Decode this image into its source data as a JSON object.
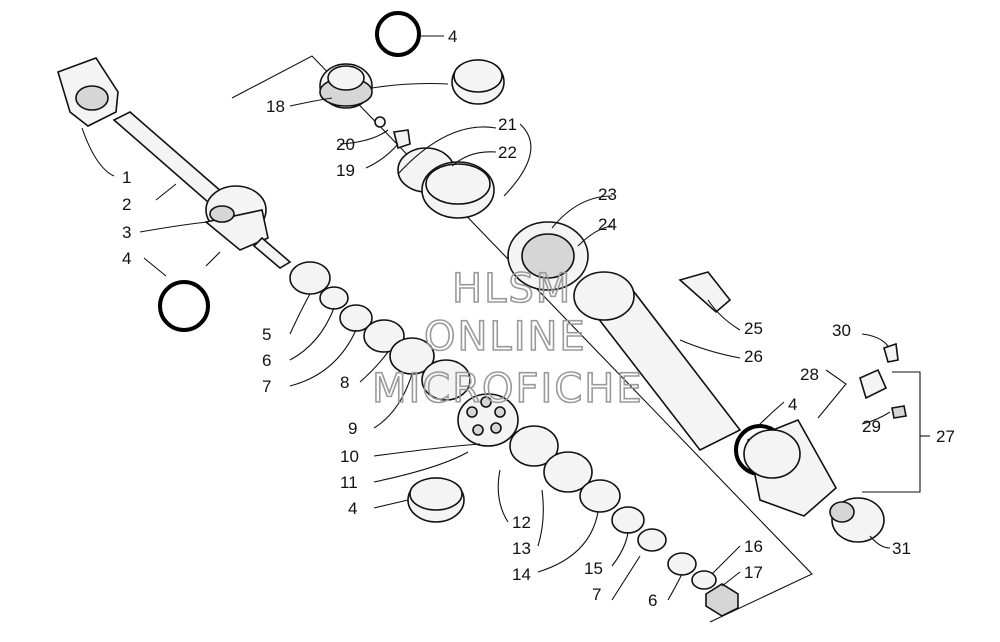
{
  "watermark": {
    "line1": "HLSM",
    "line2": "ONLINE",
    "line3": "MICROFICHE"
  },
  "callouts": [
    "1",
    "2",
    "3",
    "4",
    "5",
    "6",
    "7",
    "8",
    "9",
    "10",
    "11",
    "4",
    "12",
    "13",
    "14",
    "15",
    "7",
    "6",
    "16",
    "17",
    "18",
    "4",
    "20",
    "19",
    "21",
    "22",
    "23",
    "24",
    "25",
    "26",
    "4",
    "27",
    "28",
    "29",
    "30",
    "31"
  ]
}
